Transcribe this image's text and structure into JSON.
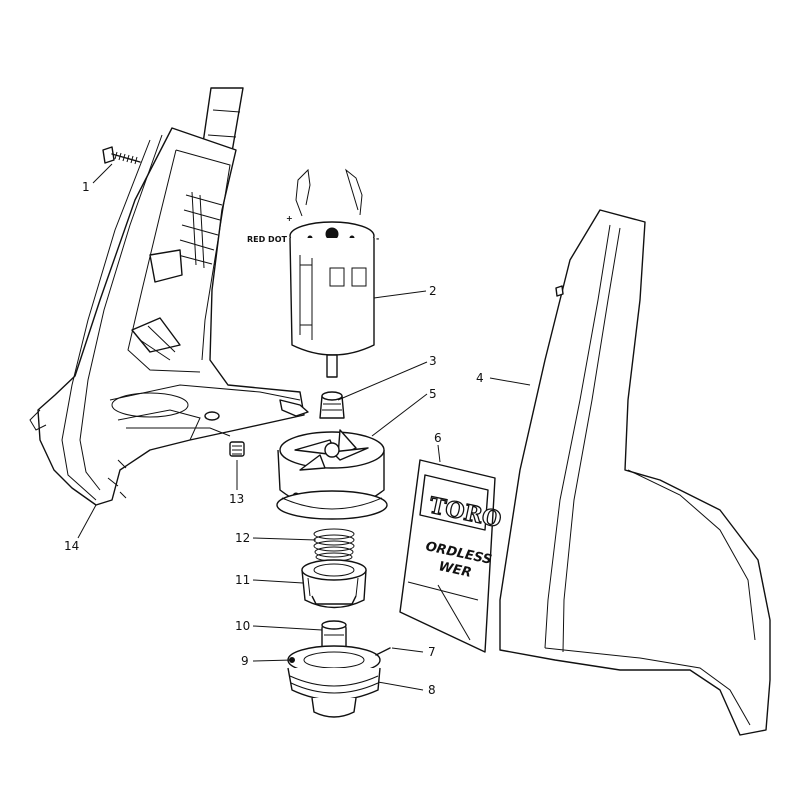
{
  "callouts": {
    "c1": "1",
    "c2": "2",
    "c3": "3",
    "c4": "4",
    "c5": "5",
    "c6": "6",
    "c7": "7",
    "c8": "8",
    "c9": "9",
    "c10": "10",
    "c11": "11",
    "c12": "12",
    "c13": "13",
    "c14": "14"
  },
  "motor": {
    "red_dot": "RED DOT",
    "plus": "+",
    "minus": "-"
  },
  "decal": {
    "logo": "TORO",
    "word1": "ORDLESS",
    "word2": "WER"
  }
}
